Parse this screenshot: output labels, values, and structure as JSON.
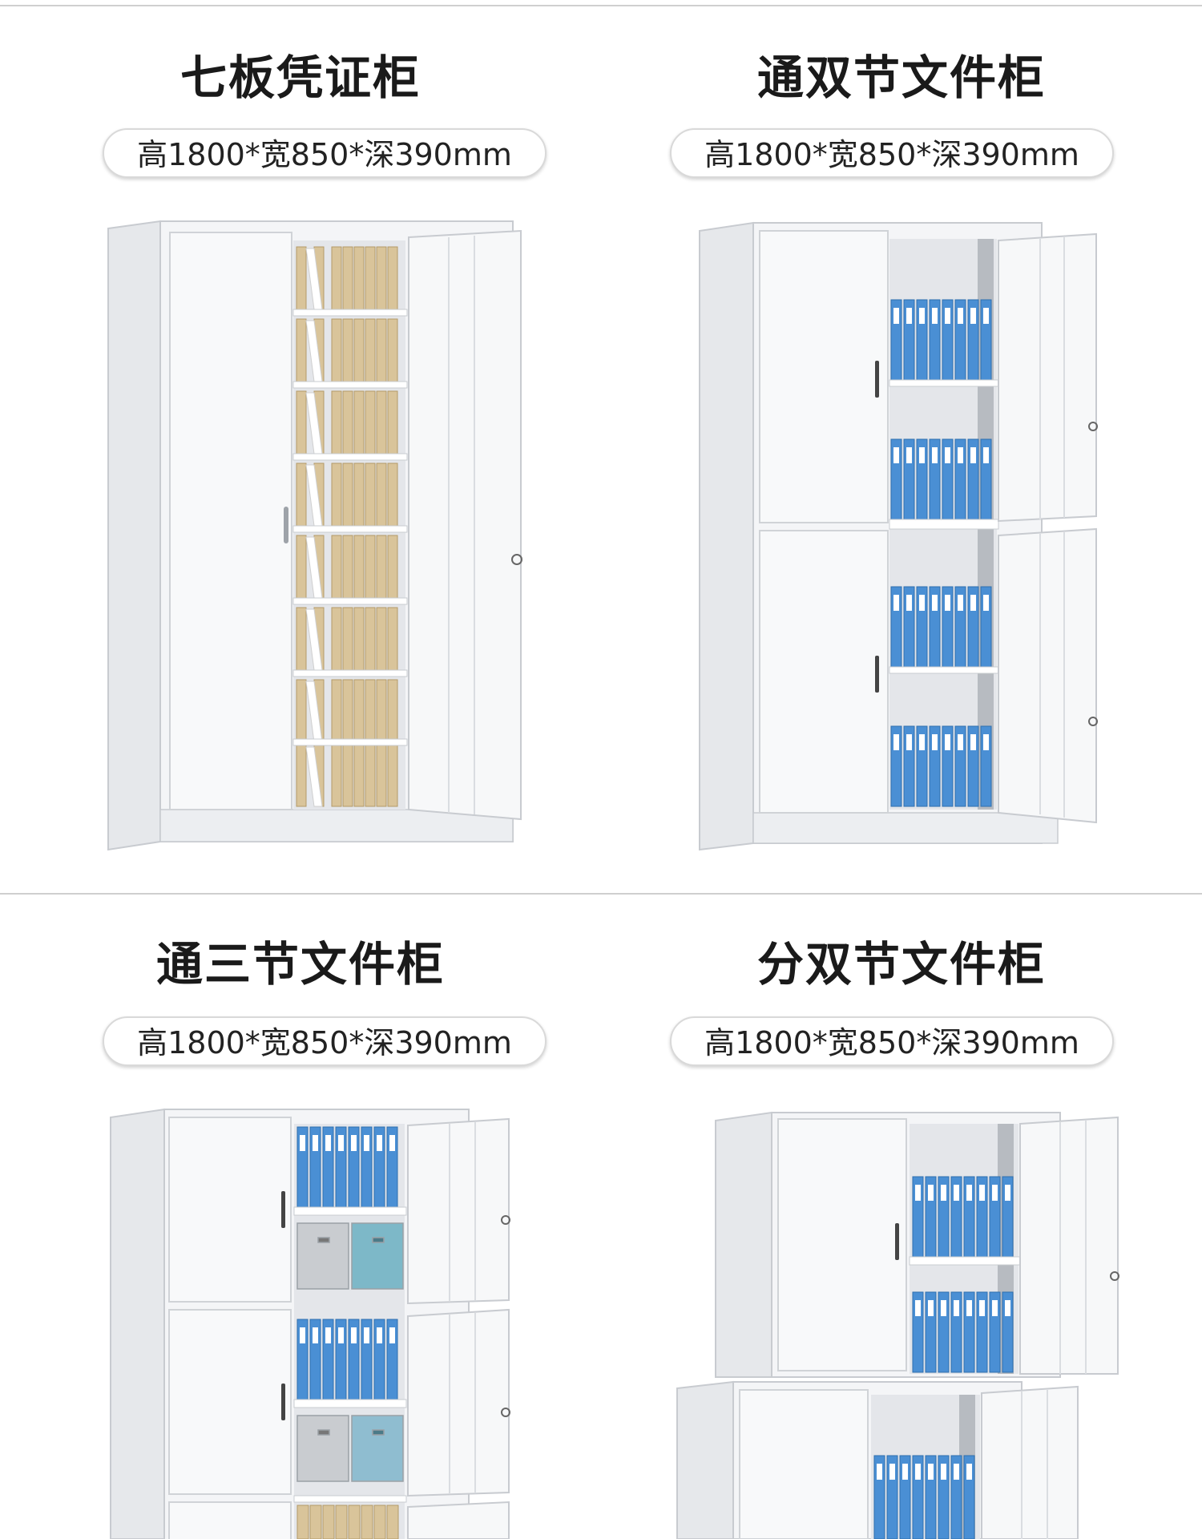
{
  "products": [
    {
      "title": "七板凭证柜",
      "size": "高1800*宽850*深390mm",
      "illustration": "seven-shelf-voucher-cabinet"
    },
    {
      "title": "通双节文件柜",
      "size": "高1800*宽850*深390mm",
      "illustration": "double-section-file-cabinet"
    },
    {
      "title": "通三节文件柜",
      "size": "高1800*宽850*深390mm",
      "illustration": "triple-section-file-cabinet"
    },
    {
      "title": "分双节文件柜",
      "size": "高1800*宽850*深390mm",
      "illustration": "split-double-section-file-cabinet"
    }
  ],
  "colors": {
    "binder_blue": "#4a8fd4",
    "folder_tan": "#d9c49a",
    "cabinet_white": "#f4f5f7",
    "box_teal": "#7db8c8",
    "box_grey": "#c9ccd0"
  }
}
